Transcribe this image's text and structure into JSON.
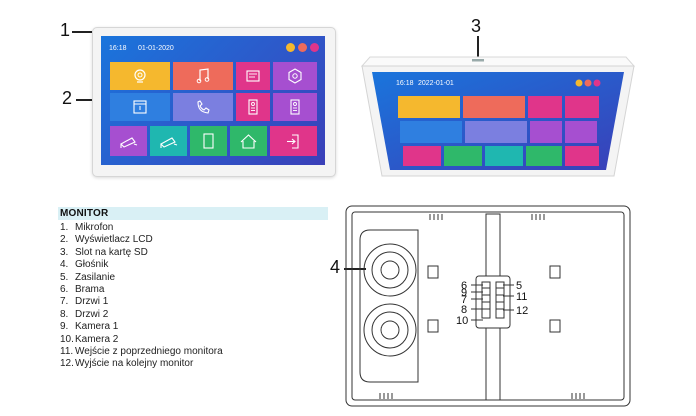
{
  "callouts": {
    "c1": "1",
    "c2": "2",
    "c3": "3",
    "c4": "4"
  },
  "front_screen": {
    "time": "16:18",
    "date": "01-01-2020"
  },
  "tilted_screen": {
    "time": "16:18",
    "date": "2022-01-01"
  },
  "legend": {
    "title": "MONITOR",
    "items": [
      {
        "num": "1.",
        "label": "Mikrofon"
      },
      {
        "num": "2.",
        "label": "Wyświetlacz LCD"
      },
      {
        "num": "3.",
        "label": "Slot na kartę SD"
      },
      {
        "num": "4.",
        "label": "Głośnik"
      },
      {
        "num": "5.",
        "label": "Zasilanie"
      },
      {
        "num": "6.",
        "label": "Brama"
      },
      {
        "num": "7.",
        "label": "Drzwi 1"
      },
      {
        "num": "8.",
        "label": "Drzwi 2"
      },
      {
        "num": "9.",
        "label": "Kamera 1"
      },
      {
        "num": "10.",
        "label": "Kamera 2"
      },
      {
        "num": "11.",
        "label": "Wejście z poprzedniego monitora"
      },
      {
        "num": "12.",
        "label": "Wyjście na kolejny monitor"
      }
    ]
  },
  "terminal_numbers": {
    "n5": "5",
    "n6": "6",
    "n7": "7",
    "n8": "8",
    "n9": "9",
    "n10": "10",
    "n11": "11",
    "n12": "12"
  },
  "colors": {
    "bezel": "#f2f2f2",
    "screen_bg_start": "#1a6fd8",
    "screen_bg_end": "#3a3fb8",
    "tile_yellow": "#f5b82e",
    "tile_coral": "#ee6b5b",
    "tile_magenta": "#e0358a",
    "tile_purple": "#a64fd0",
    "tile_blue": "#2f7fe0",
    "tile_lavender": "#7b7fe0",
    "tile_teal": "#1fb7b0",
    "tile_green": "#2fb86a",
    "legend_bg": "#d9f0f5"
  }
}
